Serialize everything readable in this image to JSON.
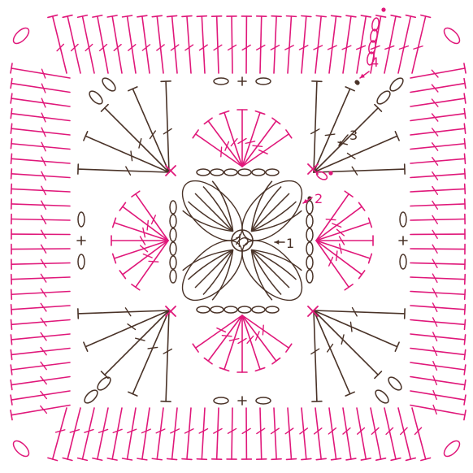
{
  "diagram": {
    "center_mark": "わ",
    "round_labels": [
      {
        "id": "r1",
        "text": "1"
      },
      {
        "id": "r2",
        "text": "2"
      },
      {
        "id": "r3",
        "text": "3"
      },
      {
        "id": "r4",
        "text": "4"
      }
    ],
    "colors": {
      "brown": "#4a3328",
      "pink": "#e0187a",
      "background": "#ffffff"
    },
    "rounds_color": [
      "brown",
      "pink",
      "brown",
      "pink"
    ]
  }
}
